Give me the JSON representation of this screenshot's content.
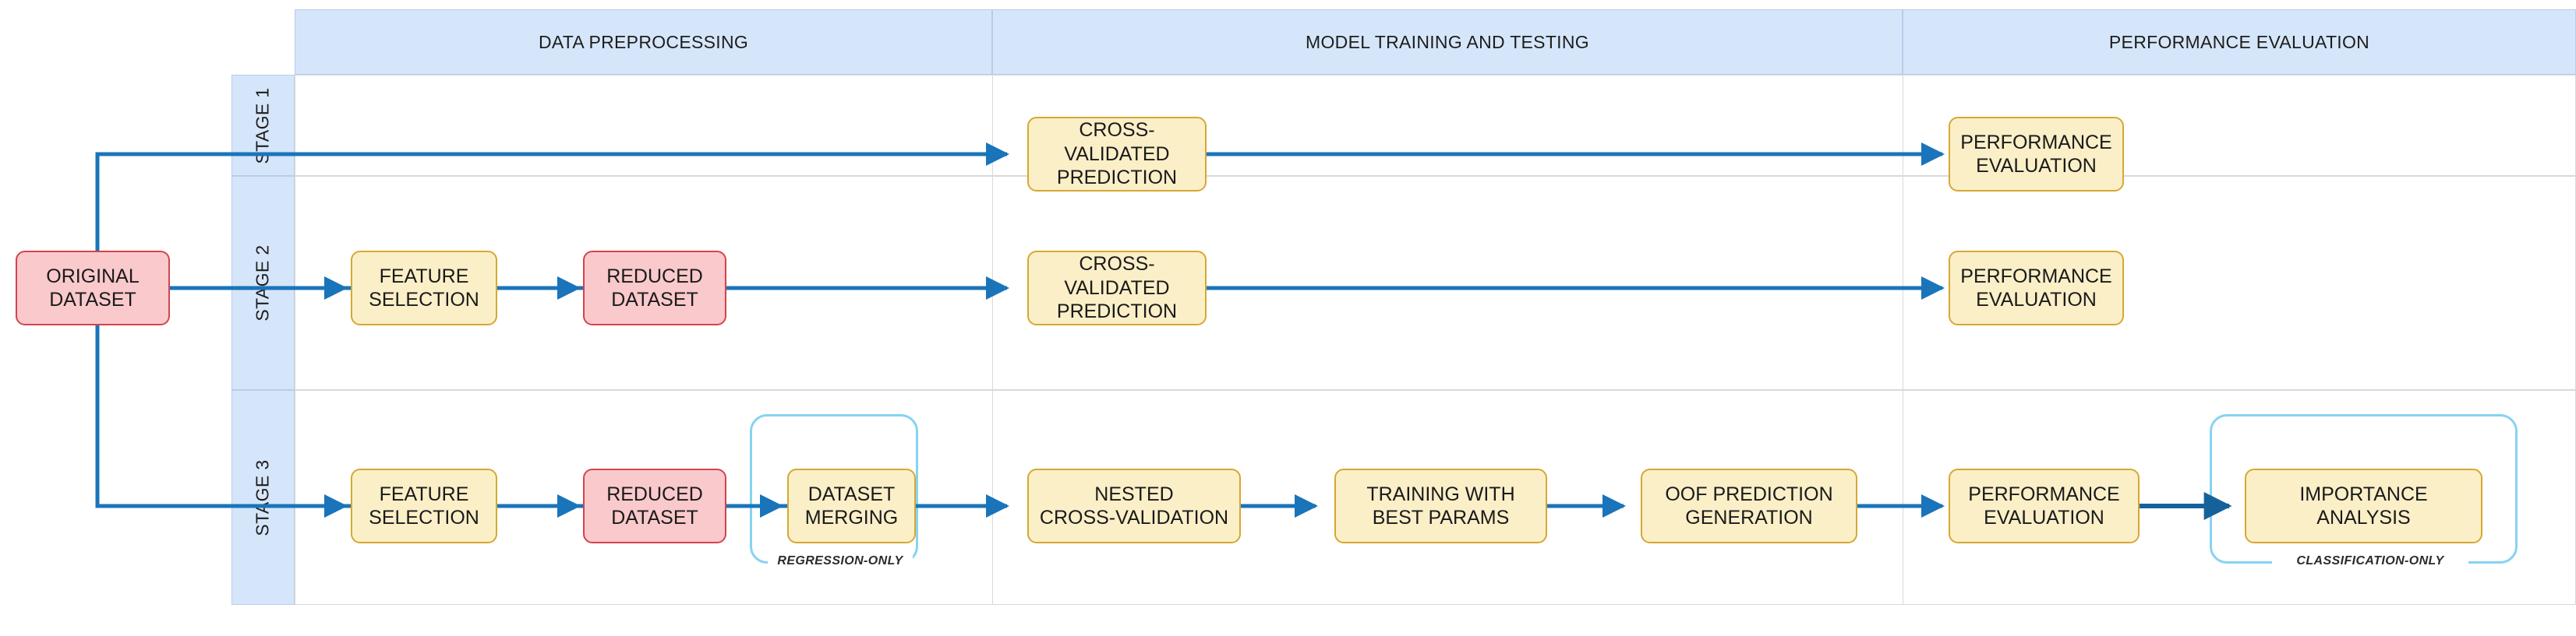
{
  "diagram": {
    "title": "Machine learning experimental pipeline",
    "colors": {
      "lane_header_fill": "#d6e6fa",
      "lane_header_border": "#b6cdea",
      "node_yellow_fill": "#fbefc8",
      "node_yellow_border": "#d6a832",
      "node_pink_fill": "#f9c9cc",
      "node_pink_border": "#d4434d",
      "connector": "#1a74ba",
      "annotation": "#86d3f2",
      "grid_line": "#d9d9d9"
    }
  },
  "phases": [
    {
      "id": "data-preprocessing",
      "label": "DATA PREPROCESSING"
    },
    {
      "id": "model-training-and-testing",
      "label": "MODEL TRAINING AND TESTING"
    },
    {
      "id": "performance-evaluation",
      "label": "PERFORMANCE EVALUATION"
    }
  ],
  "stages": [
    {
      "id": "stage-1",
      "label": "STAGE 1"
    },
    {
      "id": "stage-2",
      "label": "STAGE 2"
    },
    {
      "id": "stage-3",
      "label": "STAGE 3"
    }
  ],
  "source": {
    "id": "original-dataset",
    "label": "ORIGINAL DATASET",
    "line1": "ORIGINAL",
    "line2": "DATASET",
    "style": "pink"
  },
  "nodes": {
    "stage1": [
      {
        "id": "cross-validated-prediction-s1",
        "label": "CROSS-VALIDATED PREDICTION",
        "line1": "CROSS-VALIDATED",
        "line2": "PREDICTION",
        "style": "yellow",
        "phase": "model-training-and-testing"
      },
      {
        "id": "performance-evaluation-s1",
        "label": "PERFORMANCE EVALUATION",
        "line1": "PERFORMANCE",
        "line2": "EVALUATION",
        "style": "yellow",
        "phase": "performance-evaluation"
      }
    ],
    "stage2": [
      {
        "id": "feature-selection-s2",
        "label": "FEATURE SELECTION",
        "line1": "FEATURE",
        "line2": "SELECTION",
        "style": "yellow",
        "phase": "data-preprocessing"
      },
      {
        "id": "reduced-dataset-s2",
        "label": "REDUCED DATASET",
        "line1": "REDUCED",
        "line2": "DATASET",
        "style": "pink",
        "phase": "data-preprocessing"
      },
      {
        "id": "cross-validated-prediction-s2",
        "label": "CROSS-VALIDATED PREDICTION",
        "line1": "CROSS-VALIDATED",
        "line2": "PREDICTION",
        "style": "yellow",
        "phase": "model-training-and-testing"
      },
      {
        "id": "performance-evaluation-s2",
        "label": "PERFORMANCE EVALUATION",
        "line1": "PERFORMANCE",
        "line2": "EVALUATION",
        "style": "yellow",
        "phase": "performance-evaluation"
      }
    ],
    "stage3": [
      {
        "id": "feature-selection-s3",
        "label": "FEATURE SELECTION",
        "line1": "FEATURE",
        "line2": "SELECTION",
        "style": "yellow",
        "phase": "data-preprocessing"
      },
      {
        "id": "reduced-dataset-s3",
        "label": "REDUCED DATASET",
        "line1": "REDUCED",
        "line2": "DATASET",
        "style": "pink",
        "phase": "data-preprocessing"
      },
      {
        "id": "dataset-merging-s3",
        "label": "DATASET MERGING",
        "line1": "DATASET",
        "line2": "MERGING",
        "style": "yellow",
        "phase": "data-preprocessing"
      },
      {
        "id": "nested-cross-validation-s3",
        "label": "NESTED CROSS-VALIDATION",
        "line1": "NESTED",
        "line2": "CROSS-VALIDATION",
        "style": "yellow",
        "phase": "model-training-and-testing"
      },
      {
        "id": "training-with-best-params-s3",
        "label": "TRAINING WITH BEST PARAMS",
        "line1": "TRAINING WITH",
        "line2": "BEST PARAMS",
        "style": "yellow",
        "phase": "model-training-and-testing"
      },
      {
        "id": "oof-prediction-generation-s3",
        "label": "OOF PREDICTION GENERATION",
        "line1": "OOF PREDICTION",
        "line2": "GENERATION",
        "style": "yellow",
        "phase": "model-training-and-testing"
      },
      {
        "id": "performance-evaluation-s3",
        "label": "PERFORMANCE EVALUATION",
        "line1": "PERFORMANCE",
        "line2": "EVALUATION",
        "style": "yellow",
        "phase": "performance-evaluation"
      },
      {
        "id": "importance-analysis-s3",
        "label": "IMPORTANCE ANALYSIS",
        "line1": "IMPORTANCE",
        "line2": "ANALYSIS",
        "style": "yellow",
        "phase": "performance-evaluation"
      }
    ]
  },
  "annotations": [
    {
      "id": "regression-only",
      "label": "REGRESSION-ONLY",
      "targets": [
        "dataset-merging-s3"
      ]
    },
    {
      "id": "classification-only",
      "label": "CLASSIFICATION-ONLY",
      "targets": [
        "importance-analysis-s3"
      ]
    }
  ]
}
